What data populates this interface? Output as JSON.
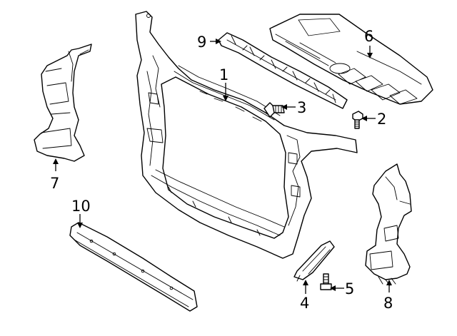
{
  "callouts": {
    "c1": "1",
    "c2": "2",
    "c3": "3",
    "c4": "4",
    "c5": "5",
    "c6": "6",
    "c7": "7",
    "c8": "8",
    "c9": "9",
    "c10": "10"
  },
  "line_color": "#000000",
  "background_color": "#ffffff"
}
